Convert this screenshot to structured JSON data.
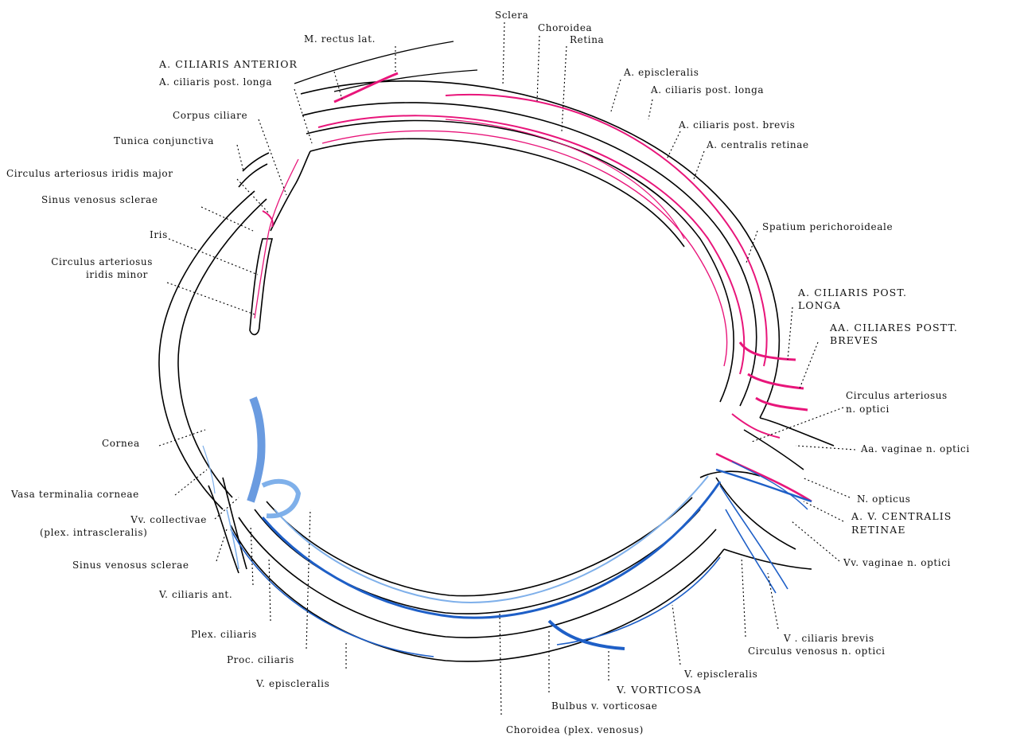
{
  "colors": {
    "outline": "#000000",
    "arteries": "#e8157a",
    "veins": "#1e5fc7",
    "veins_light": "#7fb0ea",
    "leader": "#000000",
    "background": "#ffffff"
  },
  "labels": {
    "sclera": "Sclera",
    "choroidea": "Choroidea",
    "retina": "Retina",
    "m_rectus_lat": "M. rectus lat.",
    "a_ciliaris_anterior": "A. CILIARIS ANTERIOR",
    "a_ciliaris_post_longa_top": "A. ciliaris post. longa",
    "corpus_ciliare": "Corpus ciliare",
    "tunica_conjunctiva": "Tunica conjunctiva",
    "circulus_iridis_major": "Circulus arteriosus iridis major",
    "sinus_venosus_sclerae_top": "Sinus venosus sclerae",
    "iris": "Iris",
    "circulus_iridis_minor_1": "Circulus arteriosus",
    "circulus_iridis_minor_2": "iridis minor",
    "a_episcleralis": "A. episcleralis",
    "a_ciliaris_post_longa_right": "A. ciliaris post. longa",
    "a_ciliaris_post_brevis": "A. ciliaris post. brevis",
    "a_centralis_retinae": "A. centralis retinae",
    "spatium_perichoroideale": "Spatium perichoroideale",
    "a_ciliaris_post_longa_caps_1": "A. CILIARIS POST.",
    "a_ciliaris_post_longa_caps_2": "LONGA",
    "aa_ciliares_postt_breves_1": "AA. CILIARES POSTT.",
    "aa_ciliares_postt_breves_2": "BREVES",
    "circulus_n_optici_1": "Circulus arteriosus",
    "circulus_n_optici_2": "n. optici",
    "aa_vaginae_n_optici": "Aa. vaginae n. optici",
    "n_opticus": "N. opticus",
    "a_v_centralis_retinae_1": "A. V. CENTRALIS",
    "a_v_centralis_retinae_2": "RETINAE",
    "vv_vaginae_n_optici": "Vv. vaginae n. optici",
    "v_ciliaris_brevis": "V . ciliaris brevis",
    "circulus_venosus_n_optici": "Circulus venosus n. optici",
    "v_episcleralis_right": "V. episcleralis",
    "v_vorticosa": "V. VORTICOSA",
    "bulbus_v_vorticosae": "Bulbus v. vorticosae",
    "choroidea_plex_venosus": "Choroidea (plex. venosus)",
    "cornea": "Cornea",
    "vasa_terminalia_corneae": "Vasa terminalia corneae",
    "vv_collectivae_1": "Vv. collectivae",
    "vv_collectivae_2": "(plex. intrascleralis)",
    "sinus_venosus_sclerae_bottom": "Sinus venosus sclerae",
    "v_ciliaris_ant": "V. ciliaris ant.",
    "plex_ciliaris": "Plex. ciliaris",
    "proc_ciliaris": "Proc. ciliaris",
    "v_episcleralis_bottom": "V. episcleralis"
  }
}
